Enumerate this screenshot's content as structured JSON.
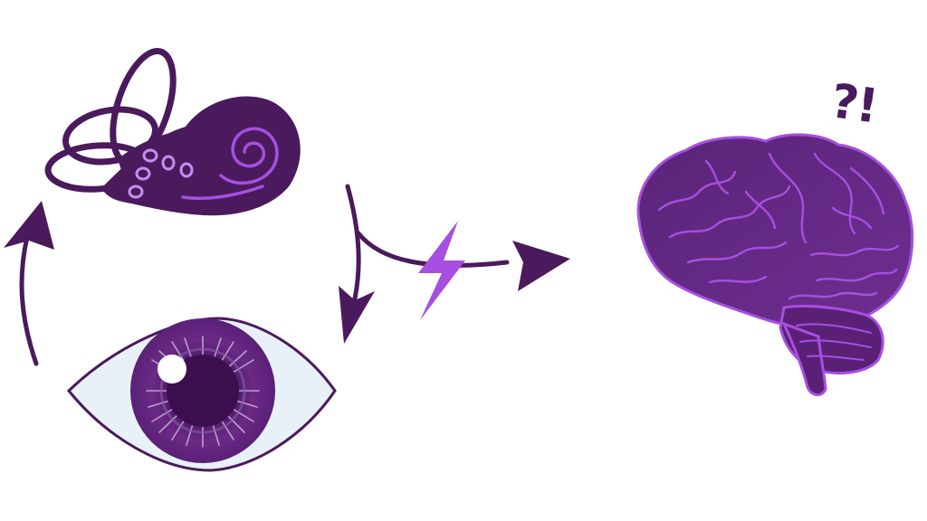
{
  "diagram": {
    "brain_annotation": "?!",
    "colors": {
      "dark_purple": "#4a1a5c",
      "mid_purple": "#6a2a86",
      "accent_purple": "#a64fe0",
      "light_purple": "#c48ef0",
      "eye_white": "#e9f1f8",
      "background": "#ffffff"
    },
    "nodes": [
      {
        "id": "inner-ear",
        "icon": "inner-ear-icon"
      },
      {
        "id": "eye",
        "icon": "eye-icon"
      },
      {
        "id": "brain",
        "icon": "brain-icon"
      }
    ],
    "edges": [
      {
        "from": "eye",
        "to": "inner-ear",
        "style": "curved-arrow"
      },
      {
        "from": "inner-ear",
        "to": "eye",
        "style": "curved-arrow"
      },
      {
        "from": "inner-ear",
        "to": "brain",
        "style": "curved-arrow",
        "marker": "lightning-bolt-icon"
      }
    ]
  }
}
